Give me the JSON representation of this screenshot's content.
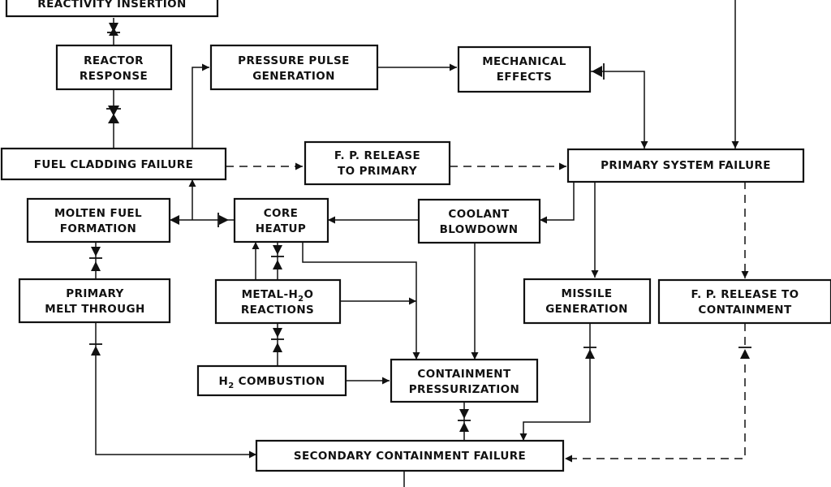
{
  "nodes": {
    "reactivity_insertion": "REACTIVITY INSERTION",
    "reactor_response": [
      "REACTOR",
      "RESPONSE"
    ],
    "pressure_pulse": [
      "PRESSURE PULSE",
      "GENERATION"
    ],
    "mechanical_effects": [
      "MECHANICAL",
      "EFFECTS"
    ],
    "fuel_cladding_failure": "FUEL CLADDING FAILURE",
    "fp_release_primary": [
      "F. P. RELEASE",
      "TO PRIMARY"
    ],
    "primary_system_failure": "PRIMARY SYSTEM FAILURE",
    "molten_fuel": [
      "MOLTEN FUEL",
      "FORMATION"
    ],
    "core_heatup": [
      "CORE",
      "HEATUP"
    ],
    "coolant_blowdown": [
      "COOLANT",
      "BLOWDOWN"
    ],
    "primary_melt_through": [
      "PRIMARY",
      "MELT THROUGH"
    ],
    "metal_h2o": {
      "line1_a": "METAL-H",
      "line1_sub": "2",
      "line1_b": "O",
      "line2": "REACTIONS"
    },
    "missile_generation": [
      "MISSILE",
      "GENERATION"
    ],
    "fp_release_containment": [
      "F. P. RELEASE TO",
      "CONTAINMENT"
    ],
    "h2_combustion": {
      "a": "H",
      "sub": "2",
      "b": " COMBUSTION"
    },
    "containment_pressurization": [
      "CONTAINMENT",
      "PRESSURIZATION"
    ],
    "secondary_containment_failure": "SECONDARY CONTAINMENT FAILURE"
  }
}
